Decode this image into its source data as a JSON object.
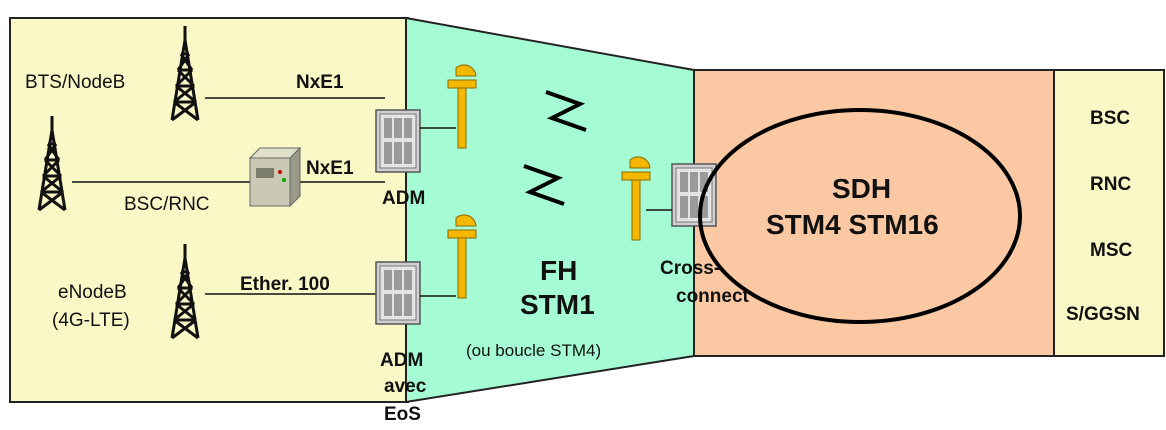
{
  "colors": {
    "access_zone": "#fbf8c8",
    "fh_zone": "#a4fbd4",
    "sdh_zone": "#fbc8a4",
    "core_zone": "#fbf8c8",
    "zone_border": "#222222",
    "tower": "#111111",
    "antenna": "#f4b800"
  },
  "access": {
    "site_bts": "BTS/NodeB",
    "site_bsc_rnc": "BSC/RNC",
    "site_enodeb_line1": "eNodeB",
    "site_enodeb_line2": "(4G-LTE)"
  },
  "links": {
    "nxe1_top": "NxE1",
    "nxe1_mid": "NxE1",
    "ether": "Ether. 100"
  },
  "adm": {
    "adm_top": "ADM",
    "adm_bottom_line1": "ADM",
    "adm_bottom_line2": "avec",
    "adm_bottom_line3": "EoS"
  },
  "fh": {
    "line1": "FH",
    "line2": "STM1",
    "note": "(ou boucle STM4)"
  },
  "crossconnect": {
    "line1": "Cross-",
    "line2": "connect"
  },
  "sdh": {
    "line1": "SDH",
    "line2": "STM4 STM16"
  },
  "core": {
    "items": [
      "BSC",
      "RNC",
      "MSC",
      "S/GGSN"
    ]
  },
  "icons": [
    "radio-tower-icon",
    "microwave-antenna-icon",
    "adm-equipment-icon",
    "bsc-box-icon",
    "radio-link-icon"
  ]
}
